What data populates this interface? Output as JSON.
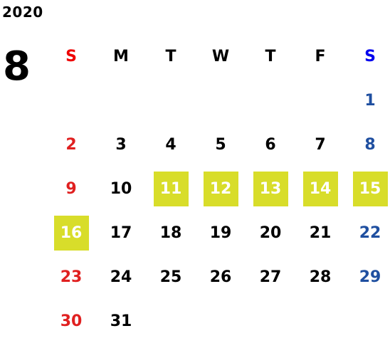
{
  "calendar": {
    "year": "2020",
    "month": "8",
    "weekdays": [
      "S",
      "M",
      "T",
      "W",
      "T",
      "F",
      "S"
    ],
    "weeks": [
      [
        "",
        "",
        "",
        "",
        "",
        "",
        "1"
      ],
      [
        "2",
        "3",
        "4",
        "5",
        "6",
        "7",
        "8"
      ],
      [
        "9",
        "10",
        "11",
        "12",
        "13",
        "14",
        "15"
      ],
      [
        "16",
        "17",
        "18",
        "19",
        "20",
        "21",
        "22"
      ],
      [
        "23",
        "24",
        "25",
        "26",
        "27",
        "28",
        "29"
      ],
      [
        "30",
        "31",
        "",
        "",
        "",
        "",
        ""
      ]
    ],
    "highlighted_days": [
      "11",
      "12",
      "13",
      "14",
      "15",
      "16"
    ]
  },
  "colors": {
    "sunday_header": "#ee0000",
    "saturday_header": "#0000ee",
    "sunday_day": "#e02020",
    "saturday_day": "#1f4fa0",
    "weekday": "#000000",
    "highlight_bg": "#d8dd2a",
    "highlight_text": "#ffffff"
  }
}
